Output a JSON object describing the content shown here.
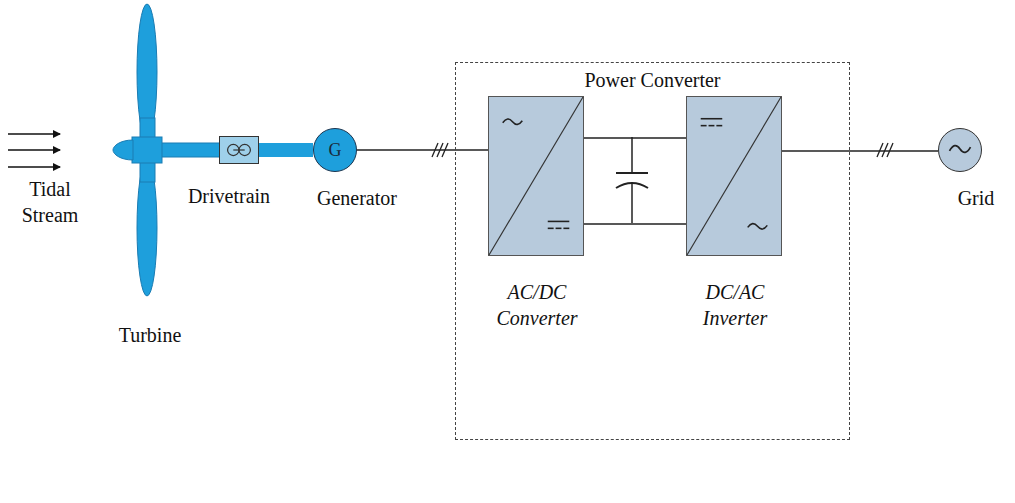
{
  "diagram": {
    "nodes": [
      {
        "text": [
          "Drivetrain"
        ]
      },
      {
        "text": [
          "G",
          "Generator"
        ]
      },
      {
        "text": [
          "Power Converter"
        ]
      },
      {
        "text": [
          "AC/DC Converter"
        ],
        "in": 2
      },
      {
        "text": [
          "DC/AC Inverter"
        ],
        "in": 2
      },
      {
        "text": [
          "Grid"
        ]
      }
    ],
    "edges": [
      {
        "from": 0,
        "to": 1,
        "arrow": "none"
      },
      {
        "from": 1,
        "to": 3,
        "arrow": "none"
      },
      {
        "from": 3,
        "to": 4,
        "arrow": "none"
      },
      {
        "from": 4,
        "to": 5,
        "arrow": "none"
      }
    ],
    "labels": [
      "Tidal Stream",
      "Turbine"
    ]
  }
}
